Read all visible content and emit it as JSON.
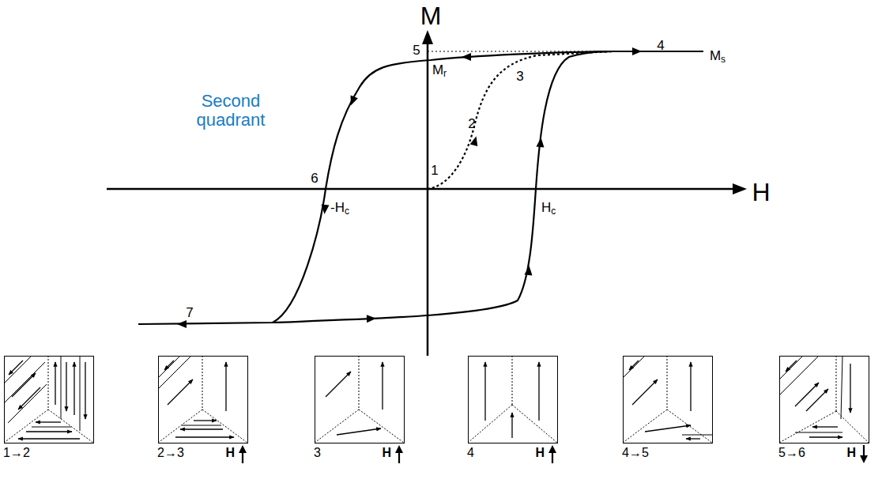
{
  "diagram": {
    "nodes": [
      {
        "text": [
          "1→2"
        ]
      },
      {
        "text": [
          "2→3",
          "H"
        ]
      },
      {
        "text": [
          "3",
          "H"
        ]
      },
      {
        "text": [
          "4",
          "H"
        ]
      },
      {
        "text": [
          "4→5"
        ]
      },
      {
        "text": [
          "5→6",
          "H"
        ]
      }
    ],
    "labels": [
      "M",
      "H",
      "Ms",
      "5",
      "Mr",
      "4",
      "3",
      "2",
      "1",
      "6",
      "-Hc",
      "Hc",
      "7",
      "Second quadrant"
    ]
  }
}
